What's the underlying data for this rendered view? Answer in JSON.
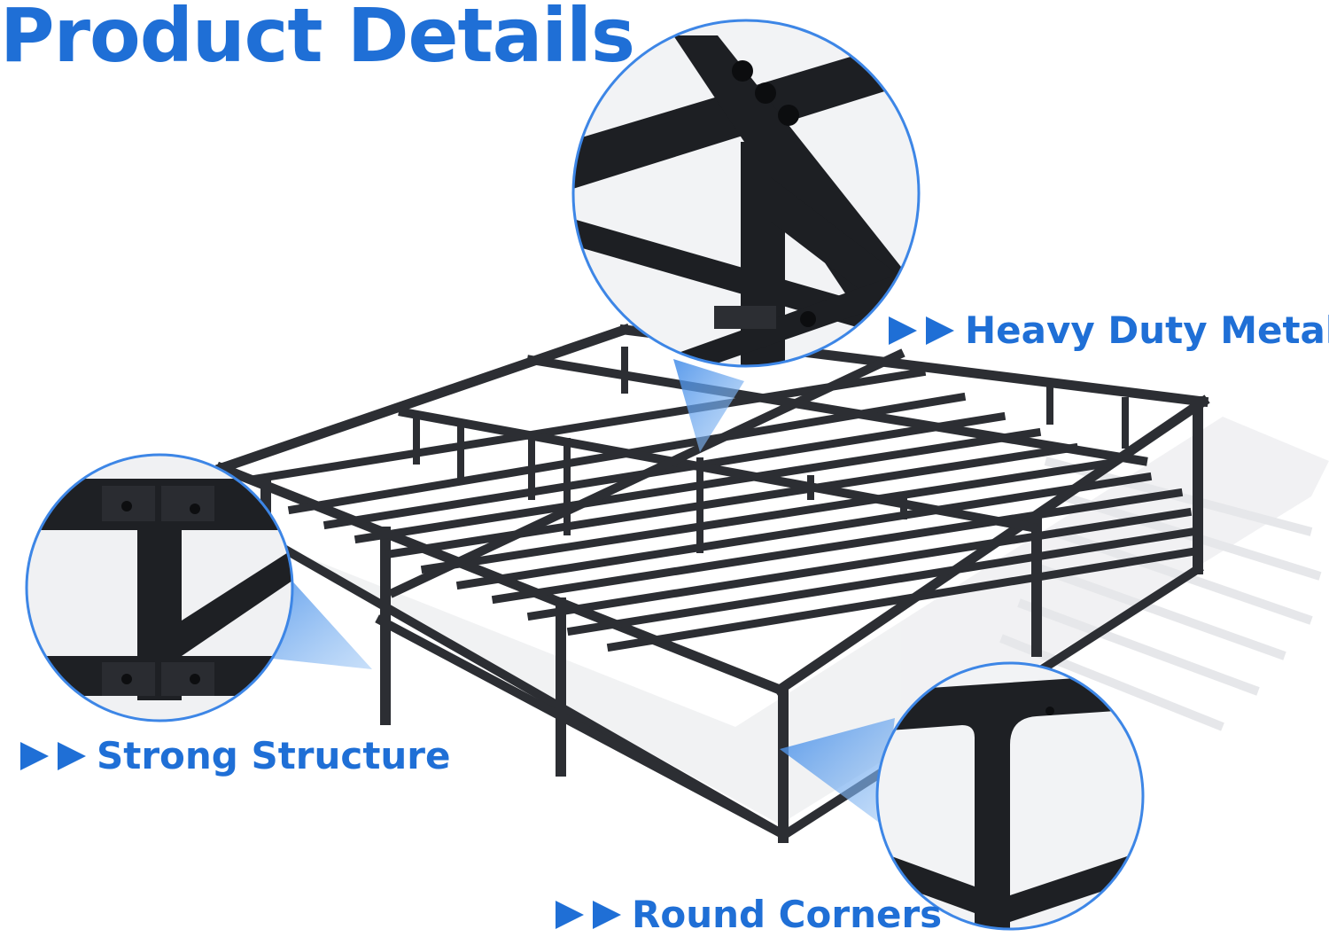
{
  "title": "Product Details",
  "features": {
    "heavy_duty": {
      "label": "Heavy Duty Metal",
      "icon": "double-play-arrow-icon"
    },
    "strong_structure": {
      "label": "Strong Structure",
      "icon": "double-play-arrow-icon"
    },
    "round_corners": {
      "label": "Round Corners",
      "icon": "double-play-arrow-icon"
    }
  },
  "colors": {
    "brand_blue": "#1f6fd6",
    "frame_steel": "#2a2c30",
    "callout_blue": "#5a9ef0"
  }
}
